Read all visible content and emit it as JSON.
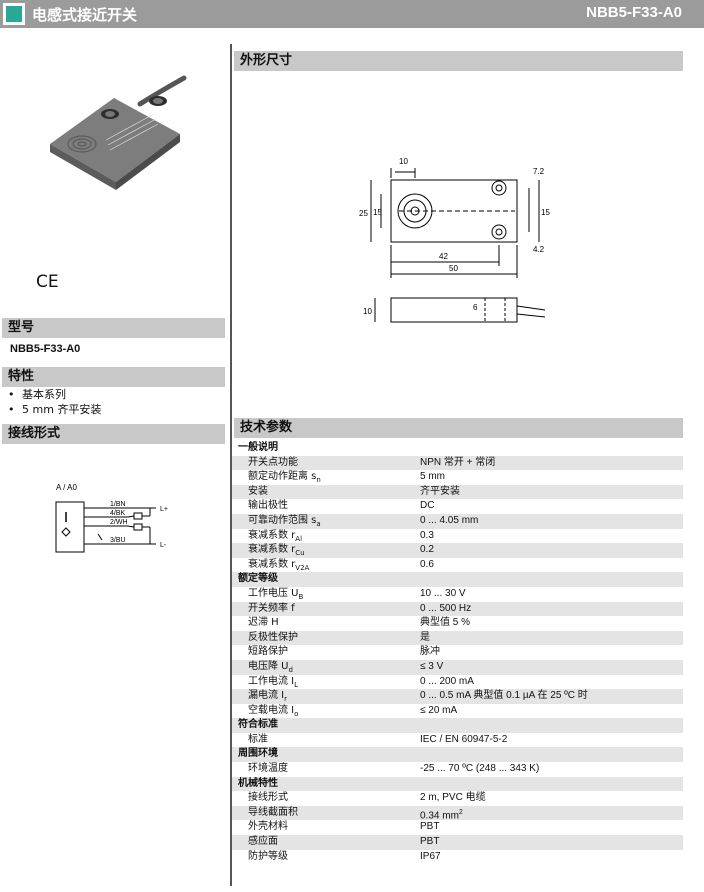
{
  "header": {
    "title": "电感式接近开关",
    "model": "NBB5-F33-A0"
  },
  "dimensions": {
    "title": "外形尺寸",
    "labels": {
      "w10": "10",
      "h25": "25",
      "h15a": "15",
      "h15b": "15",
      "t72": "7.2",
      "t42": "4.2",
      "d42": "42",
      "d50": "50",
      "s10": "10",
      "s6": "6"
    }
  },
  "left": {
    "ce_mark": "CE",
    "type_label": "型号",
    "type_value": "NBB5-F33-A0",
    "features_label": "特性",
    "features": [
      "基本系列",
      "5 mm 齐平安装"
    ],
    "wiring_label": "接线形式",
    "wiring": {
      "title": "A / A0",
      "pin1": "1/BN",
      "pin4": "4/BK",
      "pin2": "2/WH",
      "pin3": "3/BU",
      "lplus": "L+",
      "lminus": "L-"
    }
  },
  "tech": {
    "title": "技术参数",
    "rows": [
      {
        "k": "一般说明",
        "v": "",
        "grp": true
      },
      {
        "k": "开关点功能",
        "v": "NPN          常开 + 常闭"
      },
      {
        "k": "额定动作距离  s",
        "sub": "n",
        "v": "5 mm"
      },
      {
        "k": "安装",
        "v": "齐平安装"
      },
      {
        "k": "输出极性",
        "v": "DC"
      },
      {
        "k": "可靠动作范围 s",
        "sub": "a",
        "v": "0 ... 4.05 mm"
      },
      {
        "k": "衰减系数 r",
        "sub": "Al",
        "v": "0.3"
      },
      {
        "k": "衰减系数 r",
        "sub": "Cu",
        "v": "0.2"
      },
      {
        "k": "衰减系数 r",
        "sub": "V2A",
        "v": "0.6"
      },
      {
        "k": "额定等级",
        "v": "",
        "grp": true
      },
      {
        "k": "工作电压  U",
        "sub": "B",
        "v": "10 ... 30 V"
      },
      {
        "k": "开关频率 f",
        "v": "0 ... 500 Hz"
      },
      {
        "k": "迟滞 H",
        "v": "典型值 5 %"
      },
      {
        "k": "反极性保护",
        "v": "是"
      },
      {
        "k": "短路保护",
        "v": "脉冲"
      },
      {
        "k": "电压降  U",
        "sub": "d",
        "v": "≤ 3 V"
      },
      {
        "k": "工作电流  I",
        "sub": "L",
        "v": "0 ... 200 mA"
      },
      {
        "k": "漏电流 I",
        "sub": "r",
        "v": "0 ... 0.5 mA 典型值 0.1 µA 在 25 ºC 时"
      },
      {
        "k": "空载电流 I",
        "sub": "o",
        "v": "≤ 20 mA"
      },
      {
        "k": "符合标准",
        "v": "",
        "grp": true
      },
      {
        "k": "标准",
        "v": "IEC / EN 60947-5-2"
      },
      {
        "k": "周围环境",
        "v": "",
        "grp": true
      },
      {
        "k": "环境温度",
        "v": "-25 ... 70 ºC (248 ... 343 K)"
      },
      {
        "k": "机械特性",
        "v": "",
        "grp": true
      },
      {
        "k": "接线形式",
        "v": "2 m, PVC 电缆"
      },
      {
        "k": "导线截面积",
        "v": "0.34 mm",
        "sup": "2"
      },
      {
        "k": "外壳材料",
        "v": "PBT"
      },
      {
        "k": "感应面",
        "v": "PBT"
      },
      {
        "k": "防护等级",
        "v": "IP67"
      }
    ]
  }
}
